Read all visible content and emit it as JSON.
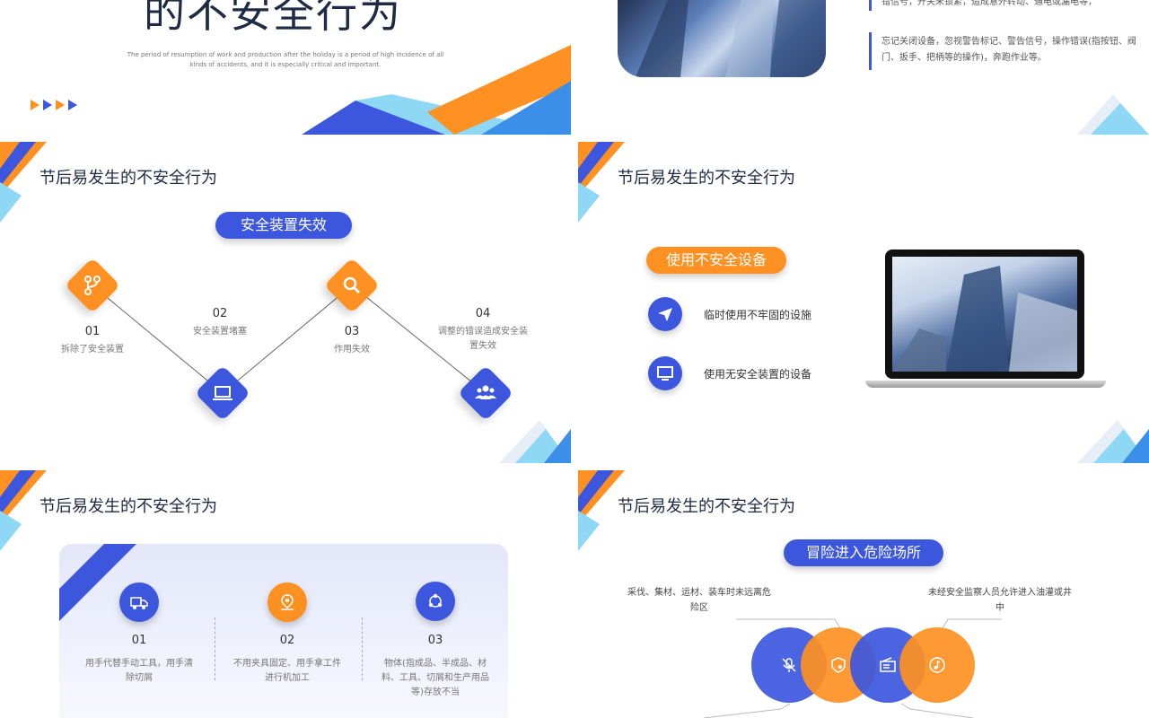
{
  "s1": {
    "big_title": "的不安全行为",
    "subtitle": "The period of resumption of work and production after the holiday is a period of high incidence of all kinds of accidents, and it is especially critical and important."
  },
  "s2": {
    "text1": "错信号，开关未锁紧，造成意外转动、通电或漏电等，",
    "text2": "忘记关闭设备，忽视警告标记、警告信号，操作错误(指按钮、阀门、扳手、把柄等的操作)，奔跑作业等。"
  },
  "s3": {
    "title": "节后易发生的不安全行为",
    "pill": "安全装置失效",
    "items": [
      {
        "num": "01",
        "desc": "拆除了安全装置"
      },
      {
        "num": "02",
        "desc": "安全装置堵塞"
      },
      {
        "num": "03",
        "desc": "作用失效"
      },
      {
        "num": "04",
        "desc": "调整的错误造成安全装置失效"
      }
    ]
  },
  "s4": {
    "title": "节后易发生的不安全行为",
    "pill": "使用不安全设备",
    "item1": "临时使用不牢固的设施",
    "item2": "使用无安全装置的设备"
  },
  "s5": {
    "title": "节后易发生的不安全行为",
    "items": [
      {
        "num": "01",
        "desc": "用手代替手动工具，用手清除切屑"
      },
      {
        "num": "02",
        "desc": "不用夹具固定、用手拿工件进行机加工"
      },
      {
        "num": "03",
        "desc": "物体(指成品、半成品、材料、工具、切屑和生产用品等)存放不当"
      }
    ]
  },
  "s6": {
    "title": "节后易发生的不安全行为",
    "pill": "冒险进入危险场所",
    "note_left": "采伐、集材、运材、装车时未远离危险区",
    "note_right": "未经安全监察人员允许进入油灌或井中"
  },
  "colors": {
    "blue": "#3c57de",
    "orange": "#ff9022",
    "light_blue": "#8ed8f5"
  },
  "icons": [
    "triangle-arrow-icon",
    "branch-icon",
    "laptop-icon",
    "search-icon",
    "people-icon",
    "paper-plane-icon",
    "monitor-icon",
    "truck-icon",
    "location-pin-icon",
    "network-icon",
    "microphone-off-icon",
    "shield-gear-icon",
    "radio-icon",
    "music-note-icon"
  ]
}
